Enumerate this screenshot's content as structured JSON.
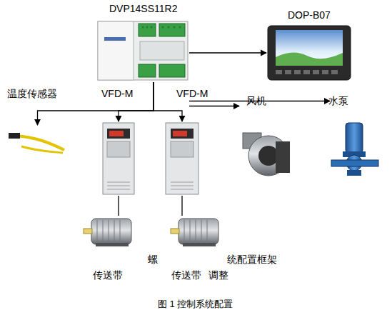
{
  "diagram": {
    "caption": "图 1 控制系统配置",
    "nodes": [
      {
        "text": [
          "DVP14SS11R2"
        ]
      },
      {
        "text": [
          "DOP-B07"
        ]
      },
      {
        "text": [
          "温度传感器"
        ]
      },
      {
        "text": [
          "VFD-M"
        ]
      },
      {
        "text": [
          "VFD-M"
        ]
      },
      {
        "text": [
          "风机"
        ]
      },
      {
        "text": [
          "水泵"
        ]
      },
      {
        "text": [
          "传送带"
        ]
      },
      {
        "text": [
          "传送带"
        ]
      }
    ],
    "edges": [
      {
        "from": 0,
        "to": 1,
        "arrow": "to"
      },
      {
        "from": 0,
        "to": 2,
        "arrow": "to"
      },
      {
        "from": 0,
        "to": 3,
        "arrow": "to"
      },
      {
        "from": 0,
        "to": 4,
        "arrow": "to"
      },
      {
        "from": 0,
        "to": 5,
        "arrow": "to"
      },
      {
        "from": 0,
        "to": 6,
        "arrow": "to"
      },
      {
        "from": 3,
        "to": 7,
        "arrow": "none"
      },
      {
        "from": 4,
        "to": 8,
        "arrow": "none"
      }
    ],
    "labels": [
      "螺",
      "统配置框架",
      "调整"
    ]
  }
}
